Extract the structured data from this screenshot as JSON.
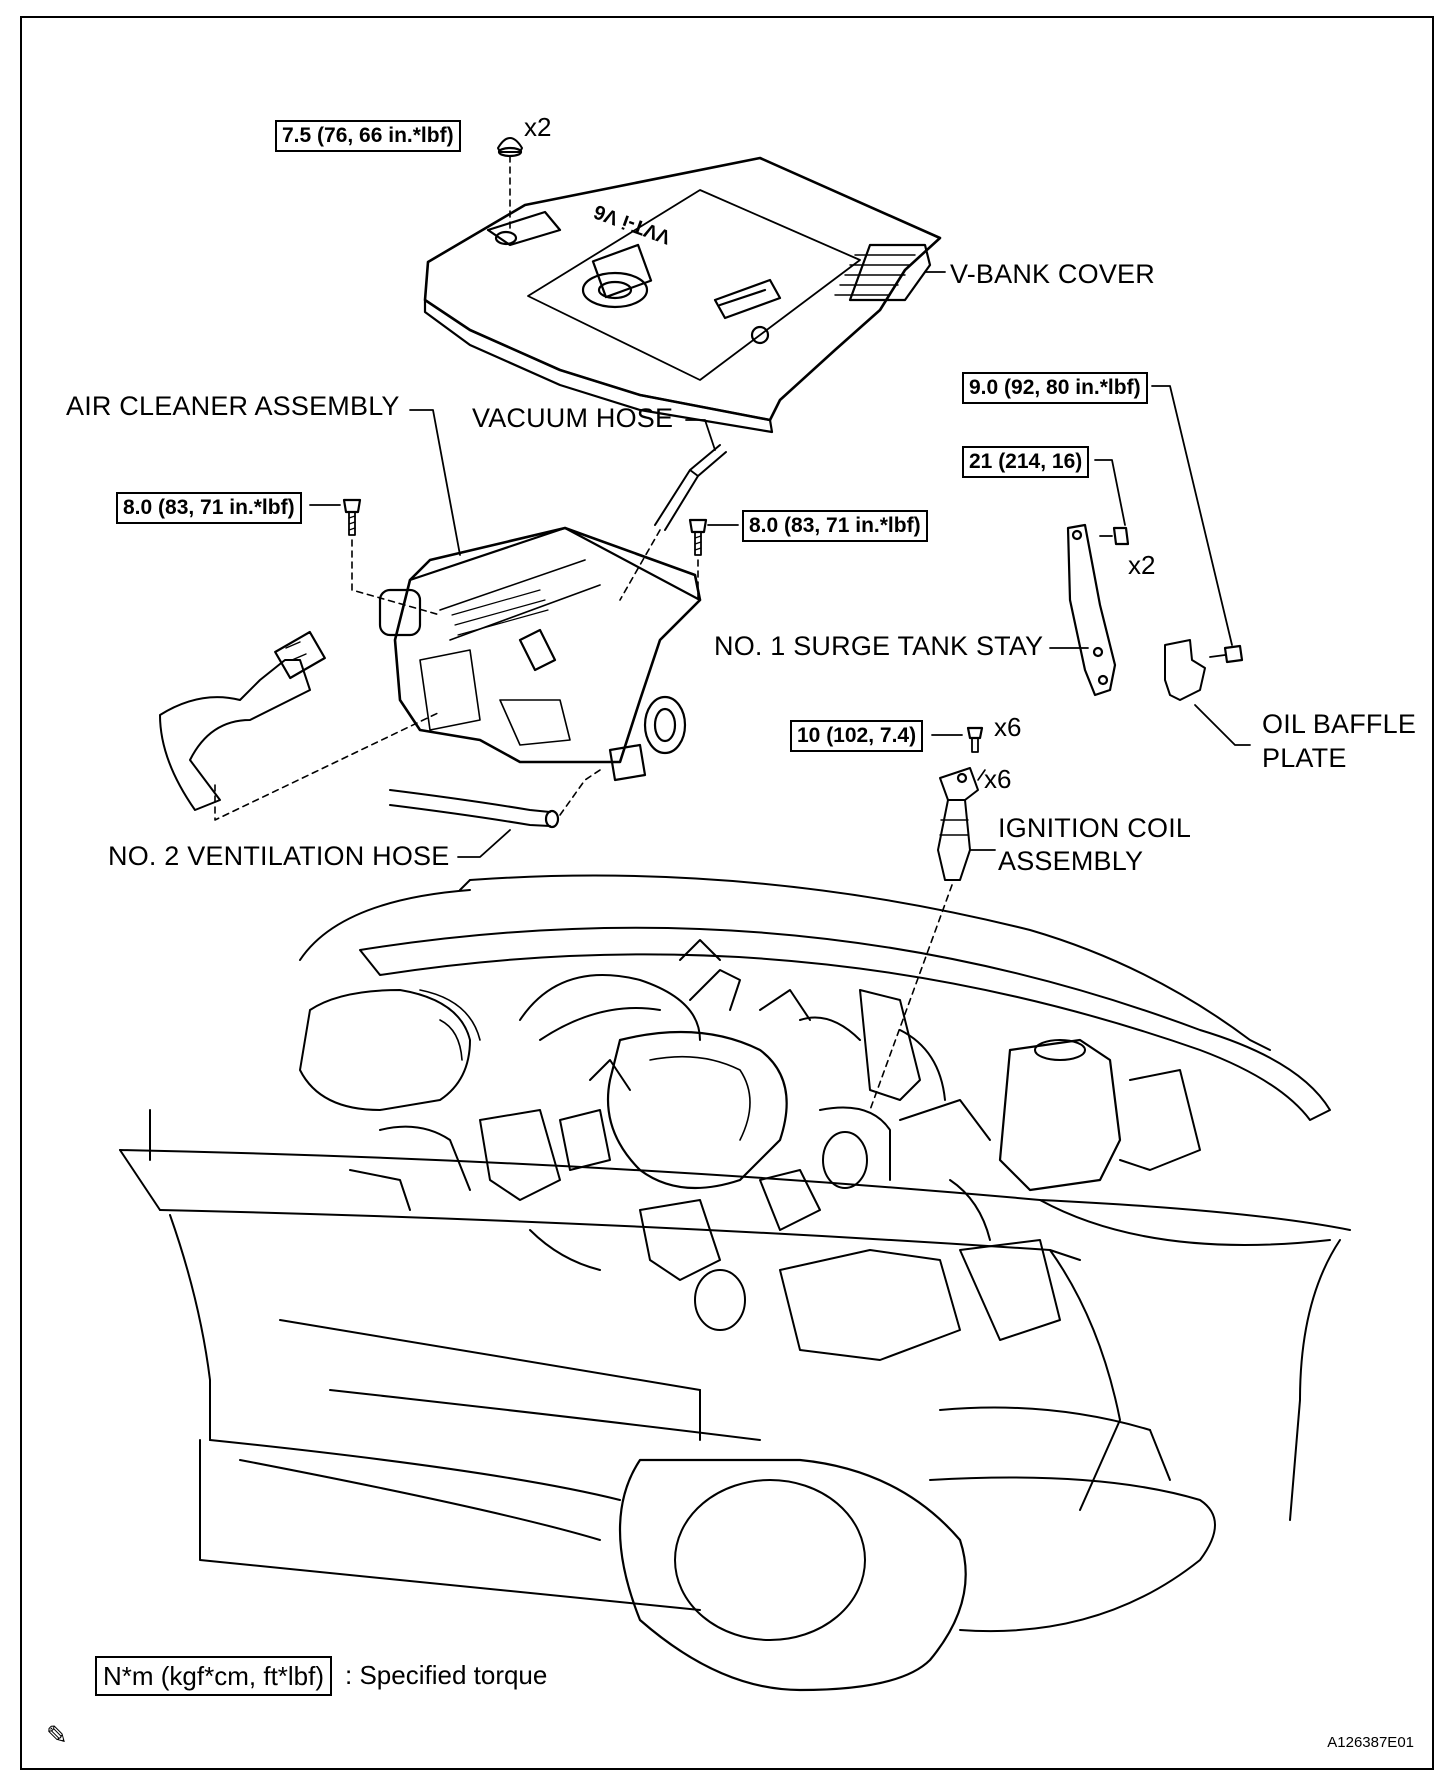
{
  "diagram": {
    "labels": {
      "v_bank_cover": "V-BANK COVER",
      "air_cleaner_assembly": "AIR CLEANER ASSEMBLY",
      "vacuum_hose": "VACUUM HOSE",
      "no1_surge_tank_stay": "NO. 1 SURGE TANK STAY",
      "oil_baffle_plate_1": "OIL BAFFLE",
      "oil_baffle_plate_2": "PLATE",
      "ignition_coil_1": "IGNITION COIL",
      "ignition_coil_2": "ASSEMBLY",
      "no2_ventilation_hose": "NO. 2 VENTILATION HOSE",
      "cover_logo": "VVT-i V6"
    },
    "torques": {
      "cover_nut": "7.5 (76, 66 in.*lbf)",
      "air_cleaner_left": "8.0 (83, 71 in.*lbf)",
      "air_cleaner_right": "8.0 (83, 71 in.*lbf)",
      "oil_baffle": "9.0 (92, 80 in.*lbf)",
      "surge_stay": "21 (214, 16)",
      "ignition_coil": "10 (102, 7.4)"
    },
    "quantities": {
      "cover_nut": "x2",
      "surge_stay_bolt": "x2",
      "ignition_bolt": "x6",
      "ignition_coil": "x6"
    },
    "legend": {
      "unit_box": "N*m (kgf*cm, ft*lbf)",
      "meaning": ": Specified torque"
    },
    "figure_code": "A126387E01",
    "icons": [
      "nut-icon",
      "bolt-icon",
      "notebook-icon"
    ],
    "line_color": "#000000",
    "background_color": "#ffffff"
  }
}
